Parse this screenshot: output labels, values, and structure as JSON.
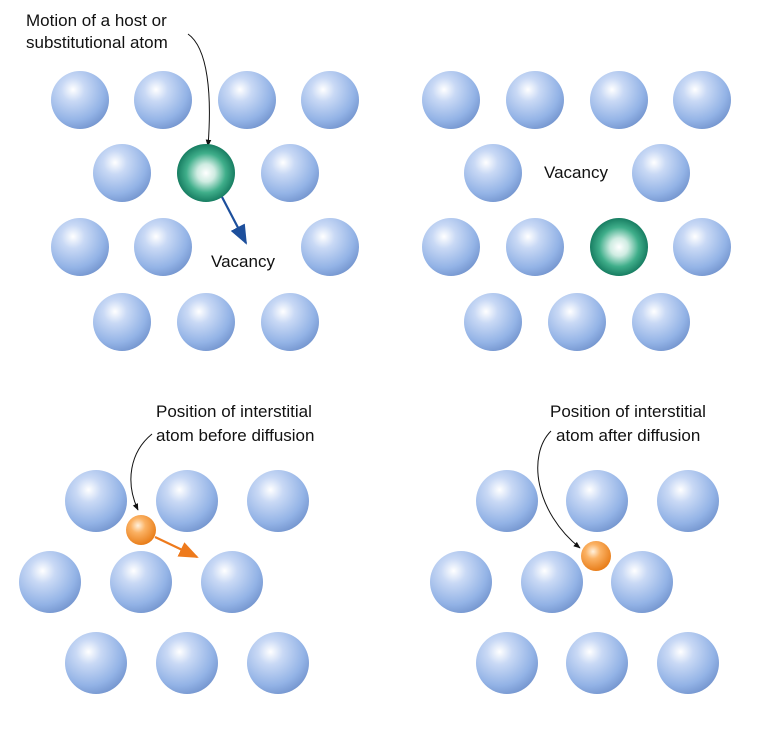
{
  "panel_a": {
    "caption_line1": "Motion of a host or",
    "caption_line2": "substitutional atom",
    "vacancy_label": "Vacancy"
  },
  "panel_b": {
    "vacancy_label": "Vacancy"
  },
  "panel_c": {
    "caption_line1": "Position of interstitial",
    "caption_line2": "atom before diffusion"
  },
  "panel_d": {
    "caption_line1": "Position of interstitial",
    "caption_line2": "atom after diffusion"
  },
  "colors": {
    "host_atom": "#93b3e6",
    "substitutional_atom": "#0f8a6c",
    "interstitial_atom": "#f48a22",
    "vacancy_arrow": "#1d4f9c",
    "interstitial_arrow": "#ee7a1c",
    "leader_line": "#111111"
  }
}
